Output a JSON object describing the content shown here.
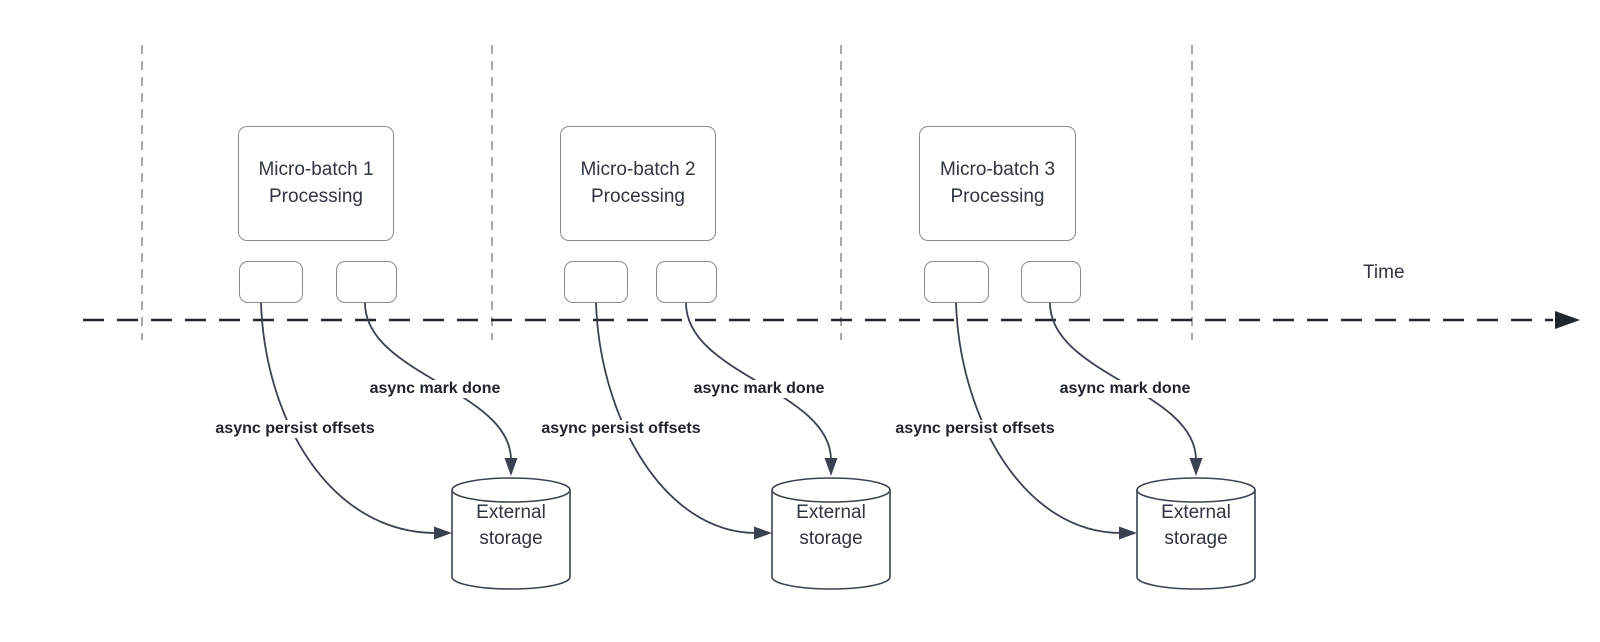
{
  "diagram": {
    "time_axis_label": "Time",
    "batches": [
      {
        "title": "Micro-batch 1",
        "subtitle": "Processing",
        "persist_label": "async persist offsets",
        "done_label": "async mark done",
        "storage_title": "External",
        "storage_subtitle": "storage"
      },
      {
        "title": "Micro-batch 2",
        "subtitle": "Processing",
        "persist_label": "async persist offsets",
        "done_label": "async mark done",
        "storage_title": "External",
        "storage_subtitle": "storage"
      },
      {
        "title": "Micro-batch 3",
        "subtitle": "Processing",
        "persist_label": "async persist offsets",
        "done_label": "async mark done",
        "storage_title": "External",
        "storage_subtitle": "storage"
      }
    ],
    "colors": {
      "background": "#ffffff",
      "box_border": "#878c94",
      "box_text": "#2f3542",
      "curve_stroke": "#3a4150",
      "axis_stroke": "#20252e",
      "guide_line": "#a9a9a9",
      "async_label_text": "#1d222c"
    }
  }
}
